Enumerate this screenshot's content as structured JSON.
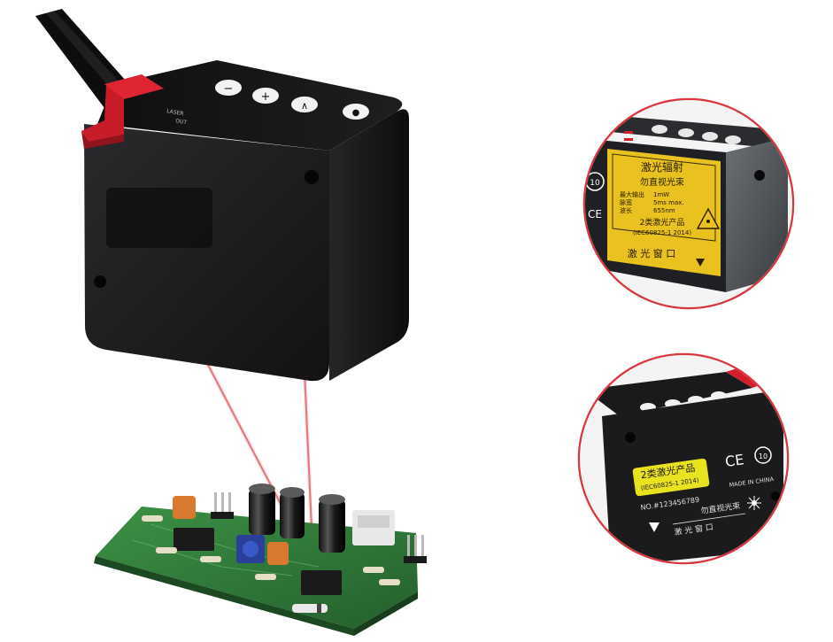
{
  "colors": {
    "background": "#ffffff",
    "sensor_body": "#1c1c1e",
    "cable_gland": "#d21f2b",
    "laser_beam": "#e0555a",
    "pcb_green": "#2f7d3a",
    "label_yellow": "#e9c21f",
    "callout_ring": "#d9363e"
  },
  "sensor_top": {
    "buttons": [
      "−",
      "+",
      "∧",
      "●"
    ],
    "small_print": [
      "LASER",
      "OUT"
    ]
  },
  "callout_top": {
    "warning_label": {
      "title": "激光辐射",
      "line2": "勿直视光束",
      "spec_rows": [
        {
          "key": "最大输出",
          "value": "1mW"
        },
        {
          "key": "脉宽",
          "value": "5ms max."
        },
        {
          "key": "波长",
          "value": "655nm"
        }
      ],
      "class_line": "2类激光产品",
      "standard": "(IEC60825-1 2014)",
      "window": "激 光 窗 口"
    },
    "side_marks": [
      "10",
      "CE"
    ]
  },
  "callout_bottom": {
    "class_badge": "2类激光产品",
    "standard": "(IEC60825-1 2014)",
    "serial": "NO.#123456789",
    "made_in": "MADE IN CHINA",
    "do_not_stare": "勿直视光束",
    "window": "激 光 窗 口",
    "marks": [
      "CE",
      "10"
    ]
  },
  "icons": {
    "laser_hazard": "laser-warning-triangle-icon",
    "emitter": "laser-emitter-starburst-icon",
    "direction_arrow": "down-triangle-icon"
  }
}
